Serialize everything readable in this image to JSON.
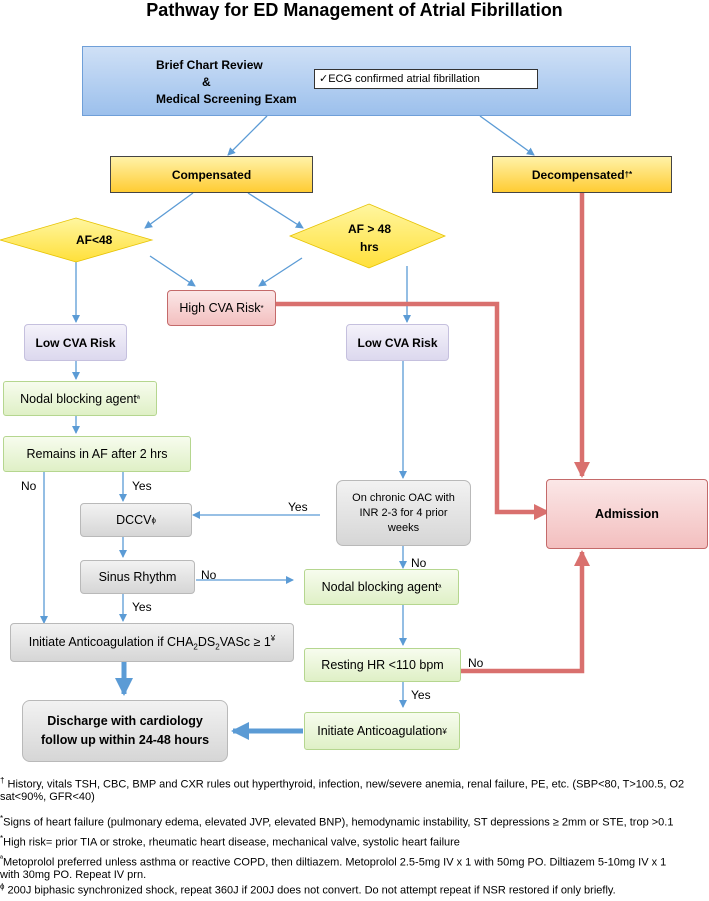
{
  "title": "Pathway for ED Management of Atrial Fibrillation",
  "top_box": {
    "line1": "Brief Chart Review",
    "line2": "&",
    "line3": "Medical Screening Exam",
    "check_text": "ECG confirmed atrial fibrillation",
    "check_mark": "✓"
  },
  "nodes": {
    "compensated": "Compensated",
    "decompensated": "Decompensated",
    "decompensated_sup": "†*",
    "af_lt_48": "AF<48",
    "af_gt_48_line1": "AF > 48",
    "af_gt_48_line2": "hrs",
    "high_cva": "High CVA Risk",
    "high_cva_sup": "*",
    "low_cva_left": "Low CVA Risk",
    "low_cva_right": "Low CVA Risk",
    "nodal_left": "Nodal blocking agent",
    "nodal_left_sup": "ª",
    "remains_af": "Remains in AF after 2 hrs",
    "dccv": "DCCV",
    "dccv_sup": "ɸ",
    "sinus": "Sinus Rhythm",
    "initiate_left_pre": "Initiate Anticoagulation if CHA",
    "initiate_left_sub1": "2",
    "initiate_left_mid1": "DS",
    "initiate_left_sub2": "2",
    "initiate_left_post": "VASc ≥ 1",
    "initiate_left_sup": "¥",
    "chronic_oac": "On chronic OAC with INR 2-3 for 4 prior weeks",
    "nodal_right": "Nodal blocking agent",
    "nodal_right_sup": "ª",
    "resting_hr": "Resting HR <110 bpm",
    "initiate_right": "Initiate Anticoagulation",
    "initiate_right_sup": "¥",
    "discharge_line1": "Discharge with cardiology",
    "discharge_line2": "follow up within 24-48 hours",
    "admission": "Admission"
  },
  "edge_labels": {
    "no_left": "No",
    "yes_remains": "Yes",
    "yes_chronic": "Yes",
    "no_chronic": "No",
    "no_sinus": "No",
    "yes_sinus": "Yes",
    "no_resting": "No",
    "yes_resting": "Yes"
  },
  "footnotes": [
    {
      "mark": "†",
      "text": " History, vitals TSH, CBC, BMP and CXR rules out hyperthyroid, infection, new/severe anemia, renal failure, PE, etc. (SBP<80, T>100.5, O2"
    },
    {
      "mark": "",
      "text": "sat<90%, GFR<40)"
    },
    {
      "mark": "*",
      "text": "Signs of heart failure (pulmonary edema, elevated JVP, elevated BNP), hemodynamic instability, ST depressions ≥ 2mm or STE, trop >0.1"
    },
    {
      "mark": "*",
      "text": "High risk= prior TIA or stroke, rheumatic heart disease, mechanical valve, systolic heart failure"
    },
    {
      "mark": "ª",
      "text": "Metoprolol preferred unless asthma or reactive COPD, then diltiazem. Metoprolol 2.5-5mg IV x 1 with 50mg PO. Diltiazem 5-10mg IV x 1"
    },
    {
      "mark": "",
      "text": "with 30mg PO.  Repeat IV prn."
    },
    {
      "mark": "ɸ",
      "text": " 200J biphasic synchronized shock, repeat 360J if 200J does not convert. Do not attempt repeat if NSR restored if only briefly."
    }
  ],
  "colors": {
    "blue_arrow": "#5b9bd5",
    "red_arrow": "#d9706e",
    "yellow": "#ffcc33",
    "green_fill": "#e6f4d4",
    "pink_fill": "#f3c6c6"
  }
}
